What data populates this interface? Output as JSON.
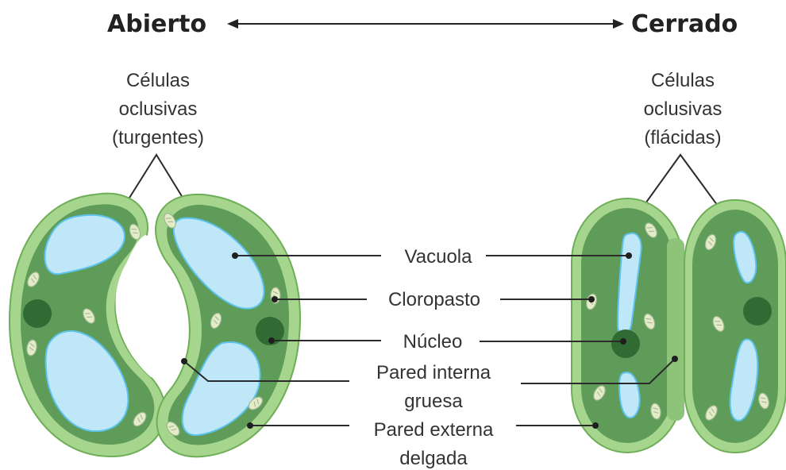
{
  "title_left": "Abierto",
  "title_right": "Cerrado",
  "open_guard_label": [
    "Células",
    "oclusivas",
    "(turgentes)"
  ],
  "closed_guard_label": [
    "Células",
    "oclusivas",
    "(flácidas)"
  ],
  "center_labels": {
    "vacuole": "Vacuola",
    "chloroplast": "Cloropasto",
    "nucleus": "Núcleo",
    "inner_wall": [
      "Pared interna",
      "gruesa"
    ],
    "outer_wall": [
      "Pared externa",
      "delgada"
    ]
  },
  "colors": {
    "outer_wall": "#a6d68e",
    "wall_edge": "#6fae58",
    "cytoplasm": "#5f9c5a",
    "inner_wall": "#8dc47a",
    "vacuole": "#bfe7f7",
    "vacuole_edge": "#5cc3ec",
    "nucleus": "#2f6b33",
    "chloroplast": "#dfe8c4"
  }
}
